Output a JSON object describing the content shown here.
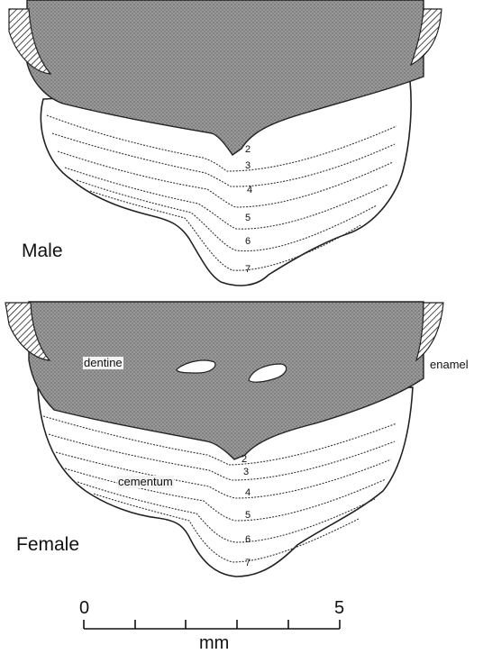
{
  "panels": [
    {
      "sex_label": "Male",
      "layer_numbers": [
        "2",
        "3",
        "4",
        "5",
        "6",
        "7"
      ]
    },
    {
      "sex_label": "Female",
      "layer_numbers": [
        "2",
        "3",
        "4",
        "5",
        "6",
        "7"
      ]
    }
  ],
  "labels": {
    "dentine": "dentine",
    "enamel": "enamel",
    "cementum": "cementum"
  },
  "scale_bar": {
    "start_label": "0",
    "end_label": "5",
    "unit": "mm",
    "minor_ticks": 5
  },
  "colors": {
    "dentine_fill": "#8a8a8a",
    "line": "#222222",
    "background": "#ffffff"
  }
}
